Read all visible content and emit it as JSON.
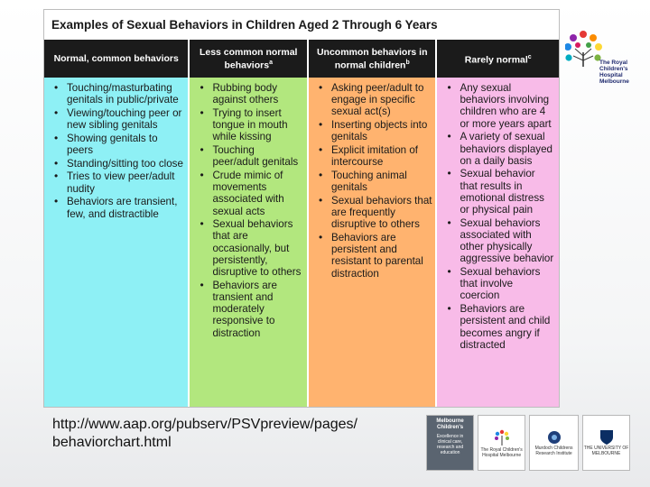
{
  "table": {
    "title": "Examples of Sexual Behaviors in Children Aged 2 Through 6 Years",
    "columns": [
      {
        "header": "Normal, common behaviors",
        "items": [
          "Touching/masturbating genitals in public/private",
          "Viewing/touching peer or new sibling genitals",
          "Showing genitals to peers",
          "Standing/sitting too close",
          "Tries to view peer/adult nudity",
          "Behaviors are transient, few, and distractible"
        ]
      },
      {
        "header": "Less common normal behaviors",
        "header_sup": "a",
        "items": [
          "Rubbing body against others",
          "Trying to insert tongue in mouth while kissing",
          "Touching peer/adult genitals",
          "Crude mimic of movements associated with sexual acts",
          "Sexual behaviors that are occasionally, but persistently, disruptive to others",
          "Behaviors are transient and moderately responsive to distraction"
        ]
      },
      {
        "header": "Uncommon behaviors in normal children",
        "header_sup": "b",
        "items": [
          "Asking peer/adult to engage in specific sexual act(s)",
          "Inserting objects into genitals",
          "Explicit imitation of intercourse",
          "Touching animal genitals",
          "Sexual behaviors that are frequently disruptive to others",
          "Behaviors are persistent and resistant to parental distraction"
        ]
      },
      {
        "header": "Rarely normal",
        "header_sup": "c",
        "items": [
          "Any sexual behaviors involving children who are 4 or more years apart",
          "A variety of sexual behaviors displayed on a daily basis",
          "Sexual behavior that results in emotional distress or physical pain",
          "Sexual behaviors associated with other physically aggressive behavior",
          "Sexual behaviors that involve coercion",
          "Behaviors are persistent and child becomes angry if distracted"
        ]
      }
    ]
  },
  "source_url": "http://www.aap.org/pubserv/PSVpreview/pages/ behaviorchart.html",
  "logo": {
    "text": "The Royal Children's Hospital Melbourne"
  },
  "footer_logos": {
    "melbourne_childrens": "Melbourne Children's",
    "excellence": "Excellence in clinical care, research and education",
    "rch_small": "The Royal Children's Hospital Melbourne",
    "mcri": "Murdoch Childrens Research Institute",
    "uni": "THE UNIVERSITY OF MELBOURNE"
  }
}
